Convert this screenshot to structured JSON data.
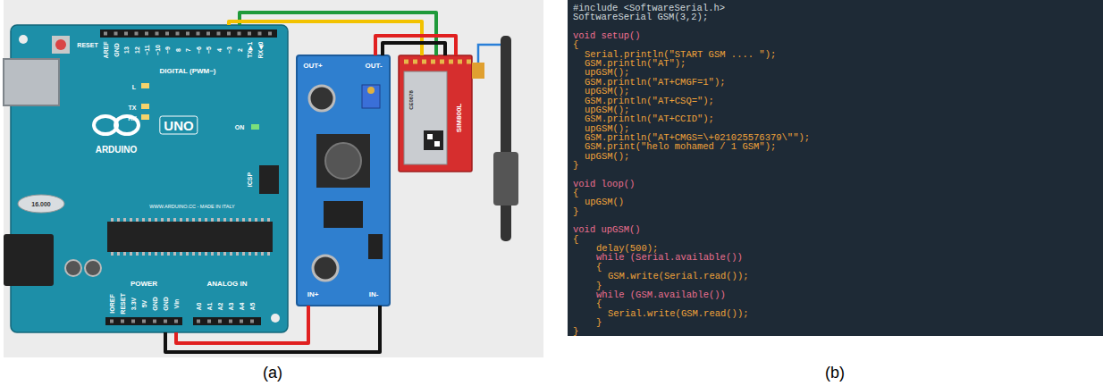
{
  "diagram": {
    "nodes": [
      {
        "text": [
          "UNO",
          "ARDUINO"
        ]
      },
      {
        "text": [
          "OUT+",
          "OUT-",
          "IN+",
          "IN-"
        ]
      },
      {
        "text": [
          "CE0678",
          "SIM800L"
        ]
      }
    ],
    "edges": [
      {
        "from": 0,
        "to": 2,
        "arrow": "none"
      },
      {
        "from": 0,
        "to": 2,
        "arrow": "none"
      },
      {
        "from": 1,
        "to": 2,
        "arrow": "none"
      },
      {
        "from": 1,
        "to": 2,
        "arrow": "none"
      },
      {
        "from": 0,
        "to": 1,
        "arrow": "none"
      },
      {
        "from": 0,
        "to": 1,
        "arrow": "none"
      }
    ],
    "labels": [
      "(a)",
      "(b)",
      "RESET",
      "AREF",
      "GND",
      "13",
      "12",
      "~11",
      "~10",
      "~9",
      "8",
      "7",
      "~6",
      "~5",
      "4",
      "~3",
      "2",
      "TX▶1",
      "RX◀0",
      "DIGITAL (PWM~)",
      "L",
      "TX",
      "RX",
      "ON",
      "ICSP",
      "WWW.ARDUINO.CC - MADE IN ITALY",
      "16.000",
      "POWER",
      "ANALOG IN",
      "IOREF",
      "RESET",
      "3.3V",
      "5V",
      "GND",
      "GND",
      "Vin",
      "A0",
      "A1",
      "A2",
      "A3",
      "A4",
      "A5",
      "#include <SoftwareSerial.h>",
      "SoftwareSerial GSM(3,2);",
      "void setup()",
      "{",
      "Serial.println(\"START GSM .... \");",
      "GSM.println(\"AT\");",
      "upGSM();",
      "GSM.println(\"AT+CMGF=1\");",
      "upGSM();",
      "GSM.println(\"AT+CSQ=\");",
      "upGSM();",
      "GSM.println(\"AT+CCID\");",
      "upGSM();",
      "GSM.println(\"AT+CMGS=\\+021025576379\\\"\");",
      "GSM.print(\"helo mohamed / 1 GSM\");",
      "upGSM();",
      "}",
      "void loop()",
      "{",
      "upGSM()",
      "}",
      "void upGSM()",
      "{",
      "delay(500);",
      "while (Serial.available())",
      "{",
      "GSM.write(Serial.read());",
      "}",
      "while (GSM.available())",
      "{",
      "Serial.write(GSM.read());",
      "}",
      "}"
    ]
  }
}
